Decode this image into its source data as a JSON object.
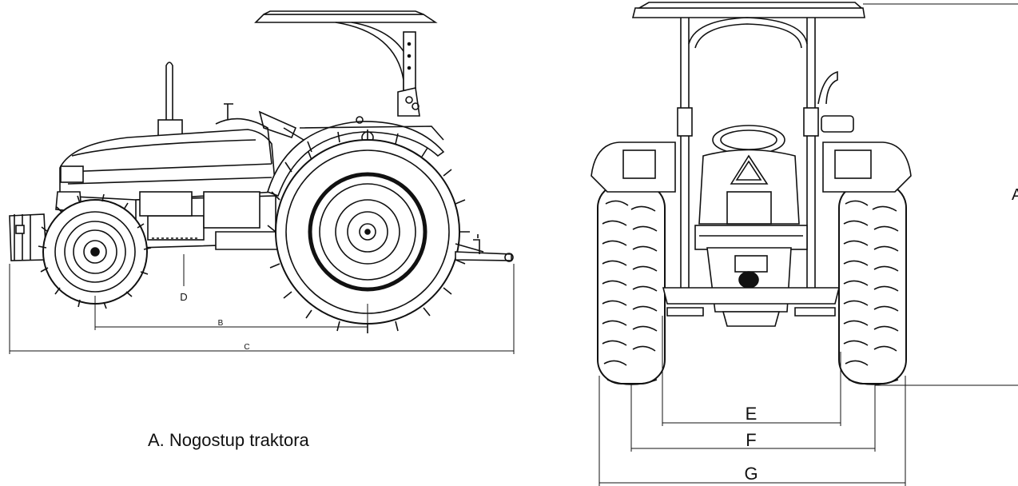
{
  "caption": "A. Nogostup traktora",
  "side_view": {
    "dimension_labels": {
      "b": "B",
      "c": "C",
      "d": "D"
    }
  },
  "rear_view": {
    "dimension_labels": {
      "a": "A",
      "e": "E",
      "f": "F",
      "g": "G"
    }
  }
}
